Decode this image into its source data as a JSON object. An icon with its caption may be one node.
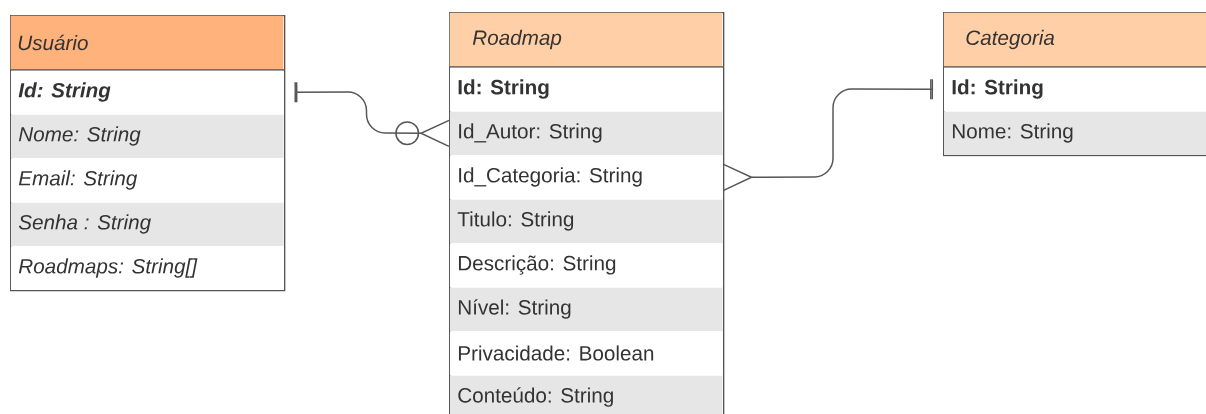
{
  "diagram": {
    "nodes": [
      {
        "text": [
          "Usuário"
        ]
      },
      {
        "text": [
          "Id: String"
        ],
        "in": 0
      },
      {
        "text": [
          "Nome: String"
        ],
        "in": 0
      },
      {
        "text": [
          "Email: String"
        ],
        "in": 0
      },
      {
        "text": [
          "Senha : String"
        ],
        "in": 0
      },
      {
        "text": [
          "Roadmaps:  String[]"
        ],
        "in": 0
      },
      {
        "text": [
          "Roadmap"
        ]
      },
      {
        "text": [
          "Id: String"
        ],
        "in": 6
      },
      {
        "text": [
          "Id_Autor:  String"
        ],
        "in": 6
      },
      {
        "text": [
          "Id_Categoria: String"
        ],
        "in": 6
      },
      {
        "text": [
          "Titulo: String"
        ],
        "in": 6
      },
      {
        "text": [
          "Descrição: String"
        ],
        "in": 6
      },
      {
        "text": [
          "Nível: String"
        ],
        "in": 6
      },
      {
        "text": [
          "Privacidade: Boolean"
        ],
        "in": 6
      },
      {
        "text": [
          "Conteúdo: String"
        ],
        "in": 6
      },
      {
        "text": [
          "Categoria"
        ]
      },
      {
        "text": [
          "Id: String"
        ],
        "in": 15
      },
      {
        "text": [
          "Nome: String"
        ],
        "in": 15
      }
    ],
    "edges": [
      {
        "from": 1,
        "to": 8,
        "arrow": "other"
      },
      {
        "from": 9,
        "to": 16,
        "arrow": "other"
      }
    ]
  }
}
